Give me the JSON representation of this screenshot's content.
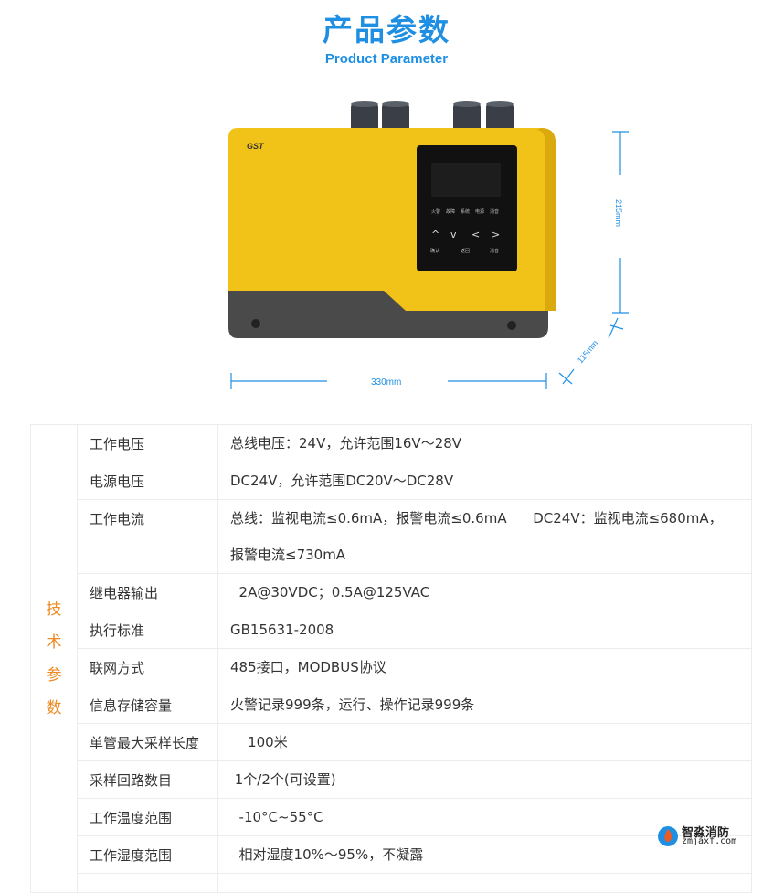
{
  "header": {
    "title_cn": "产品参数",
    "title_en": "Product Parameter"
  },
  "product": {
    "brand": "GST",
    "indicator_labels": [
      "火警",
      "故障",
      "系统",
      "电源",
      "消音"
    ],
    "nav_arrows": [
      "^",
      "v",
      "<",
      ">"
    ],
    "button_labels": [
      "确认",
      "返回",
      "消音"
    ],
    "dim_height": "215mm",
    "dim_width": "330mm",
    "dim_depth": "115mm",
    "colors": {
      "body": "#f1c318",
      "base": "#4a4a4a",
      "panel": "#111111",
      "dimension_line": "#1f8fe3"
    }
  },
  "specs": {
    "category_chars": [
      "技",
      "术",
      "参",
      "数"
    ],
    "rows": [
      {
        "name": "工作电压",
        "value": "总线电压：24V，允许范围16V～28V"
      },
      {
        "name": "电源电压",
        "value": " DC24V，允许范围DC20V～DC28V"
      },
      {
        "name": "工作电流",
        "value": "总线：监视电流≤0.6mA，报警电流≤0.6mA      DC24V：监视电流≤680mA，",
        "value2": "报警电流≤730mA"
      },
      {
        "name": "继电器输出",
        "value": "  2A@30VDC；0.5A@125VAC"
      },
      {
        "name": "执行标准",
        "value": "GB15631-2008"
      },
      {
        "name": "联网方式",
        "value": "485接口，MODBUS协议"
      },
      {
        "name": "信息存储容量",
        "value": "火警记录999条，运行、操作记录999条"
      },
      {
        "name": "单管最大采样长度",
        "value": "    100米"
      },
      {
        "name": "采样回路数目",
        "value": " 1个/2个(可设置)"
      },
      {
        "name": "工作温度范围",
        "value": "  -10°C~55°C"
      },
      {
        "name": "工作湿度范围",
        "value": "  相对湿度10%～95%，不凝露"
      }
    ]
  },
  "watermark": {
    "name_cn": "智淼消防",
    "url": "zmjaxf.com"
  }
}
